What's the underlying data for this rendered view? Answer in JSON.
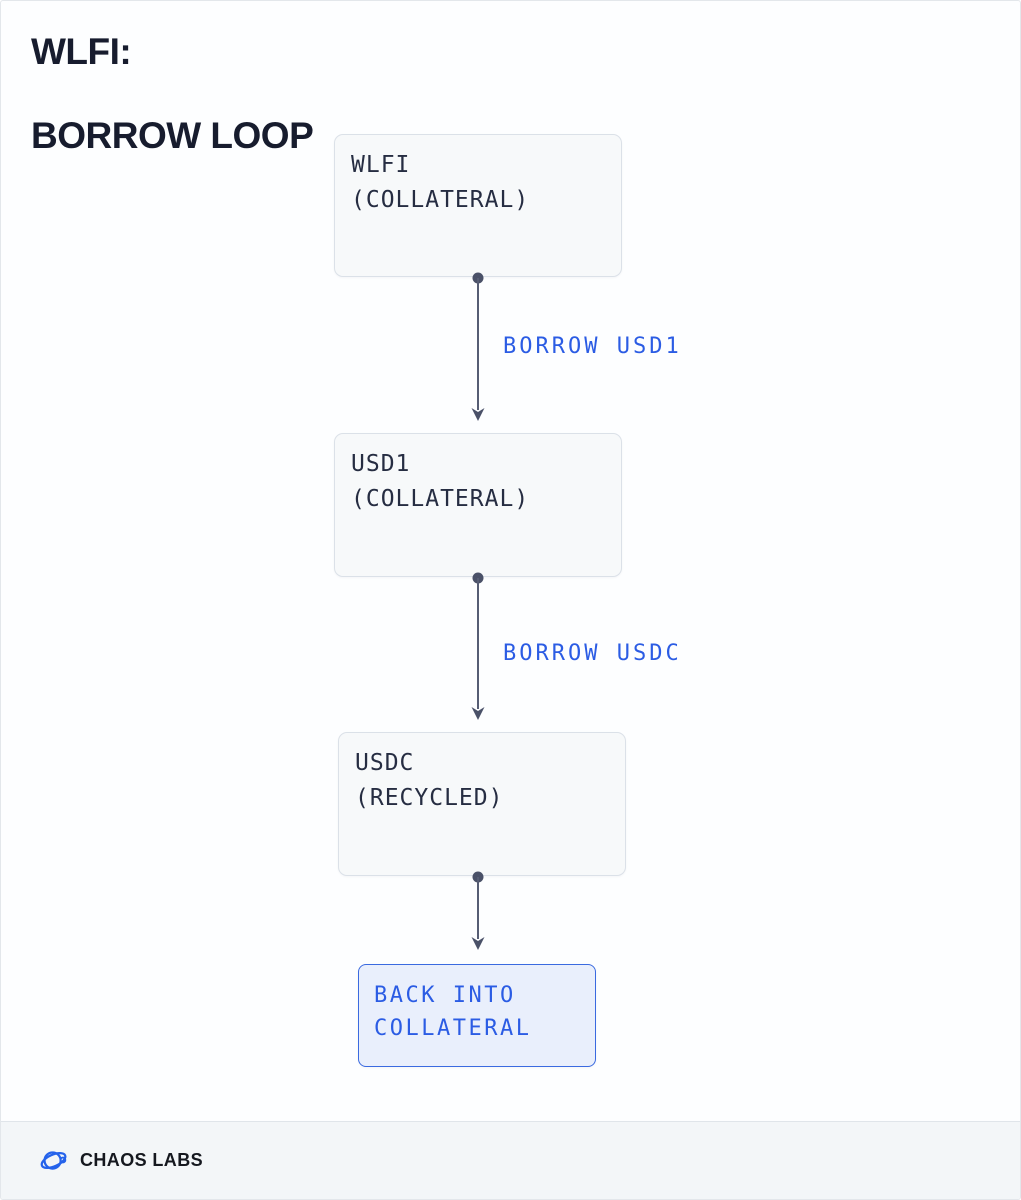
{
  "title": {
    "line1": "WLFI:",
    "line2": "BORROW LOOP"
  },
  "diagram": {
    "nodes": [
      {
        "name": "wlfi-collateral",
        "line1": "WLFI",
        "line2": "(COLLATERAL)",
        "variant": "default"
      },
      {
        "name": "usd1-collateral",
        "line1": "USD1",
        "line2": "(COLLATERAL)",
        "variant": "default"
      },
      {
        "name": "usdc-recycled",
        "line1": "USDC",
        "line2": "(RECYCLED)",
        "variant": "default"
      },
      {
        "name": "back-into-collateral",
        "line1": "BACK INTO",
        "line2": "COLLATERAL",
        "variant": "highlight"
      }
    ],
    "edges": [
      {
        "from": "wlfi-collateral",
        "to": "usd1-collateral",
        "label": "BORROW USD1"
      },
      {
        "from": "usd1-collateral",
        "to": "usdc-recycled",
        "label": "BORROW USDC"
      },
      {
        "from": "usdc-recycled",
        "to": "back-into-collateral",
        "label": ""
      }
    ]
  },
  "footer": {
    "brand": "CHAOS LABS",
    "logo": "chaos-labs-orbit-logo"
  },
  "colors": {
    "accent_blue": "#2b5ce4",
    "node_bg": "#f7f9fa",
    "node_border": "#dbe1e8",
    "highlight_bg": "#e9effc",
    "highlight_border": "#3a6ae0",
    "arrow": "#565d74",
    "title_text": "#171c2e",
    "footer_bg": "#f3f6f8",
    "page_bg": "#fdfeff"
  }
}
